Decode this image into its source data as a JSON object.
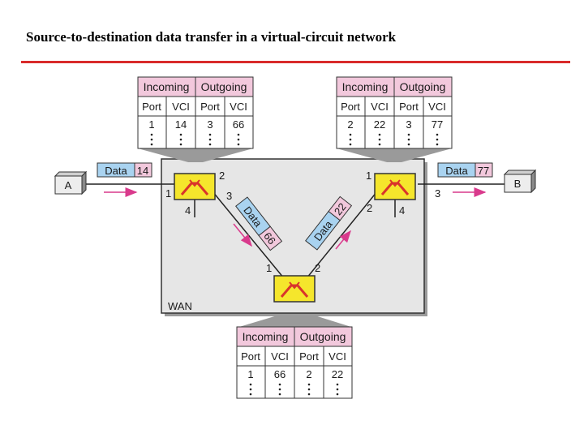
{
  "title": "Source-to-destination data transfer in a virtual-circuit network",
  "colors": {
    "accent_rule": "#d92b2b",
    "table_header": "#f2c8dc",
    "wan_fill": "#e6e6e6",
    "switch_fill": "#f5e62c",
    "switch_symbol": "#d9342b",
    "frame_label": "#a9d3f0",
    "arrow": "#d93a8c"
  },
  "tables": {
    "left": {
      "incoming": "Incoming",
      "outgoing": "Outgoing",
      "col1": "Port",
      "col2": "VCI",
      "col3": "Port",
      "col4": "VCI",
      "in_port": "1",
      "in_vci": "14",
      "out_port": "3",
      "out_vci": "66"
    },
    "right": {
      "incoming": "Incoming",
      "outgoing": "Outgoing",
      "col1": "Port",
      "col2": "VCI",
      "col3": "Port",
      "col4": "VCI",
      "in_port": "2",
      "in_vci": "22",
      "out_port": "3",
      "out_vci": "77"
    },
    "bottom": {
      "incoming": "Incoming",
      "outgoing": "Outgoing",
      "col1": "Port",
      "col2": "VCI",
      "col3": "Port",
      "col4": "VCI",
      "in_port": "1",
      "in_vci": "66",
      "out_port": "2",
      "out_vci": "22"
    }
  },
  "network": {
    "wan_label": "WAN",
    "host_a": "A",
    "host_b": "B",
    "frame_a": {
      "data": "Data",
      "vci": "14"
    },
    "frame_b": {
      "data": "Data",
      "vci": "77"
    },
    "frame_1": {
      "data": "Data",
      "vci": "66"
    },
    "frame_2": {
      "data": "Data",
      "vci": "22"
    },
    "sw1_ports": {
      "p1": "1",
      "p2": "2",
      "p3": "3",
      "p4": "4"
    },
    "sw2_ports": {
      "p1": "1",
      "p2": "2",
      "p3": "3",
      "p4": "4"
    },
    "sw3_ports": {
      "p1": "1",
      "p2": "2"
    }
  }
}
